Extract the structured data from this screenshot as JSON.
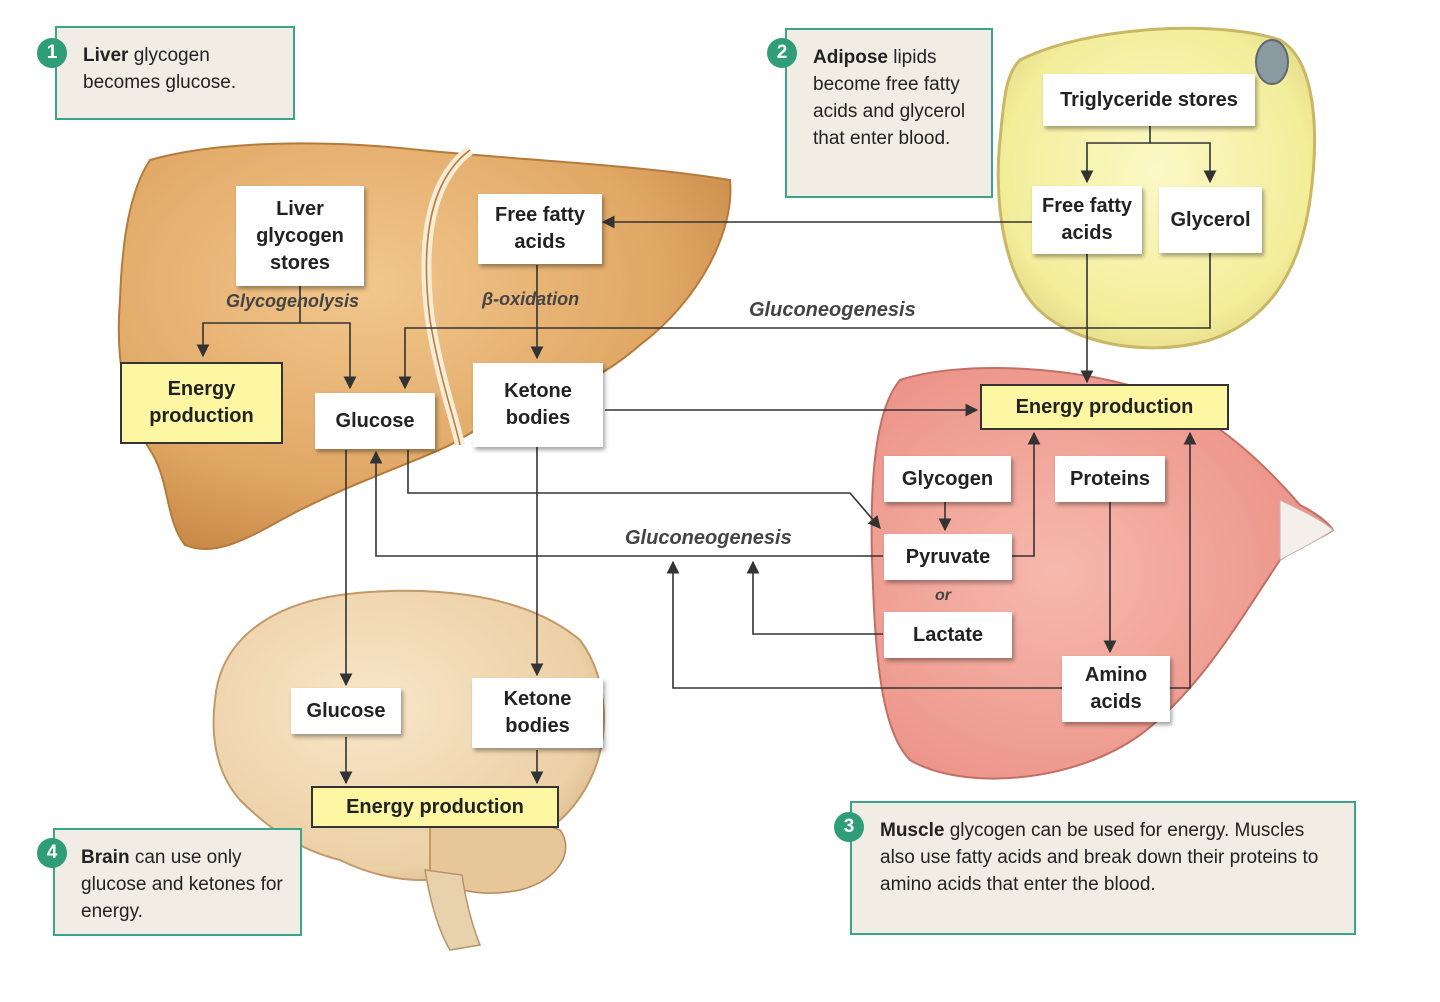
{
  "notes": {
    "n1": {
      "num": "1",
      "bold": "Liver",
      "rest": " glycogen becomes glucose."
    },
    "n2": {
      "num": "2",
      "bold": "Adipose",
      "rest": " lipids become free fatty acids and glycerol that enter blood."
    },
    "n3": {
      "num": "3",
      "bold": "Muscle",
      "rest": " glycogen can be used for energy. Muscles also use fatty acids and break down their proteins to amino acids that enter the blood."
    },
    "n4": {
      "num": "4",
      "bold": "Brain",
      "rest": " can use only glucose and ketones for energy."
    }
  },
  "liver": {
    "glycogen_stores": "Liver\nglycogen\nstores",
    "free_fatty_acids": "Free fatty\nacids",
    "glycogenolysis": "Glycogenolysis",
    "beta_oxidation": "β-oxidation",
    "energy_production": "Energy\nproduction",
    "glucose": "Glucose",
    "ketone_bodies": "Ketone\nbodies"
  },
  "adipose": {
    "triglyceride_stores": "Triglyceride stores",
    "free_fatty_acids": "Free fatty\nacids",
    "glycerol": "Glycerol"
  },
  "muscle": {
    "energy_production": "Energy production",
    "glycogen": "Glycogen",
    "proteins": "Proteins",
    "pyruvate": "Pyruvate",
    "or": "or",
    "lactate": "Lactate",
    "amino_acids": "Amino\nacids"
  },
  "brain": {
    "glucose": "Glucose",
    "ketone_bodies": "Ketone\nbodies",
    "energy_production": "Energy production"
  },
  "labels": {
    "gluconeogenesis_top": "Gluconeogenesis",
    "gluconeogenesis_mid": "Gluconeogenesis"
  },
  "colors": {
    "note_border": "#3aa58a",
    "badge": "#2f9e78",
    "energy_fill": "#fdf7a3",
    "liver": "#e2ad6e",
    "adipose": "#f7f2a6",
    "muscle": "#f0a296",
    "brain": "#f0d6b0"
  }
}
